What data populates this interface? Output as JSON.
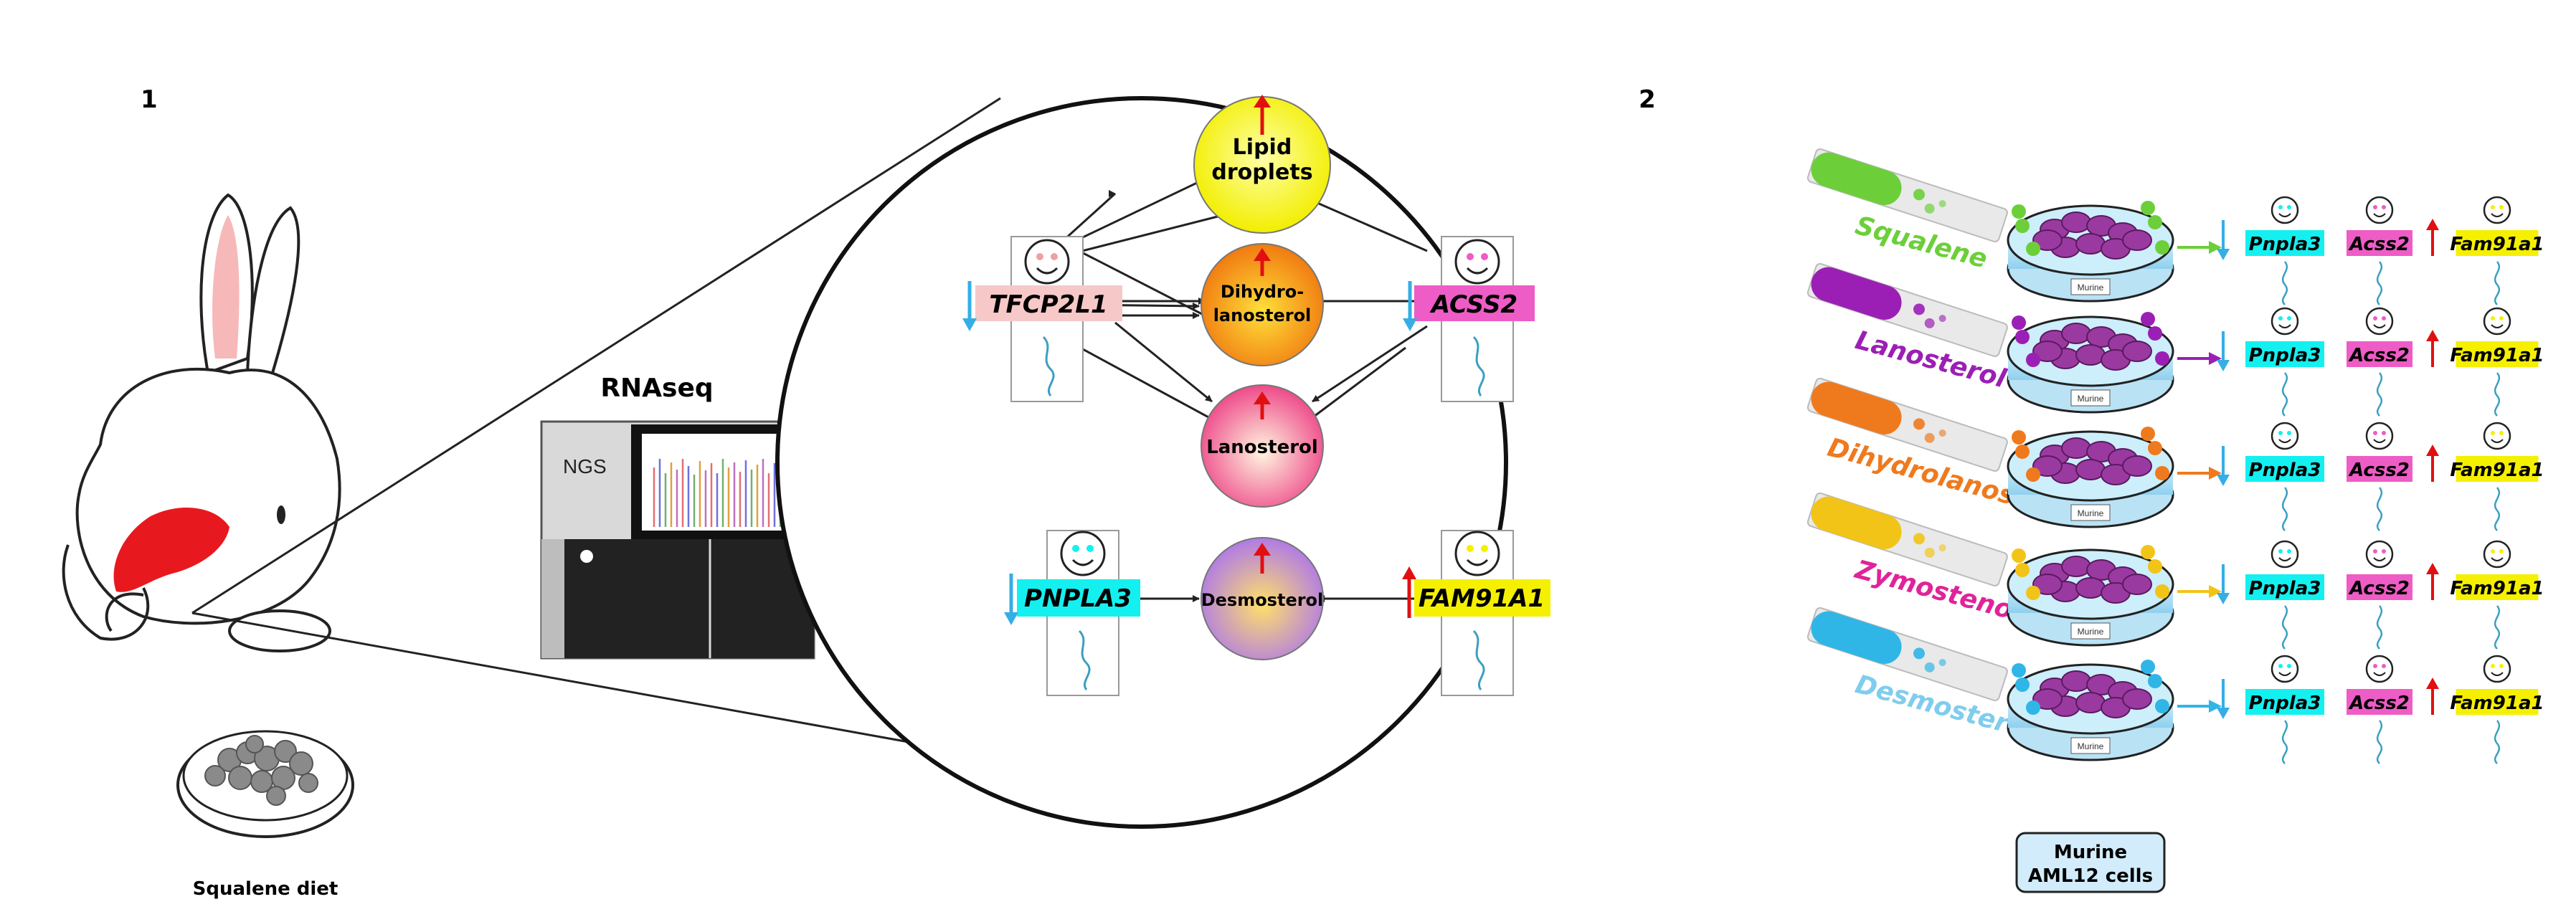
{
  "panel1": {
    "number": "1",
    "diet_label": "Squalene diet"
  },
  "rnaseq": {
    "title": "RNAseq",
    "machine_label": "NGS"
  },
  "circle": {
    "nodes": {
      "lipid": {
        "line1": "Lipid",
        "line2": "droplets"
      },
      "dihydro": {
        "line1": "Dihydro-",
        "line2": "lanosterol"
      },
      "lanosterol": {
        "label": "Lanosterol"
      },
      "desmosterol": {
        "label": "Desmosterol"
      }
    },
    "genes": {
      "tfcp2l1": "TFCP2L1",
      "acss2": "ACSS2",
      "pnpla3": "PNPLA3",
      "fam91a1": "FAM91A1"
    }
  },
  "panel2": {
    "number": "2",
    "tubes": [
      "Squalene",
      "Lanosterol",
      "Dihydrolanosterol",
      "Zymostenol",
      "Desmosterol"
    ],
    "dish_label": "Murine",
    "dish_label_last": [
      "Murine",
      "AML12 cells"
    ],
    "genes": [
      "Pnpla3",
      "Acss2",
      "Fam91a1"
    ],
    "cells_box": {
      "line1": "Murine",
      "line2": "AML12 cells"
    }
  },
  "colors": {
    "squalene": "#6ccf3a",
    "lanosterol": "#9b1fb5",
    "dihydrolanosterol": "#ef7a1e",
    "zymostenol": "#f2c417",
    "desmosterol": "#2fb6e6",
    "zymostenol_text": "#e0239a",
    "desmosterol_text": "#7fcdee",
    "tfcp2l1_box": "#f7c8c8",
    "acss2_box": "#ee5cc6",
    "pnpla3_box": "#14f0f0",
    "fam91a1_box": "#f5f000",
    "liver": "#e8191e",
    "up_arrow": "#e01010",
    "down_arrow": "#35aee6"
  }
}
